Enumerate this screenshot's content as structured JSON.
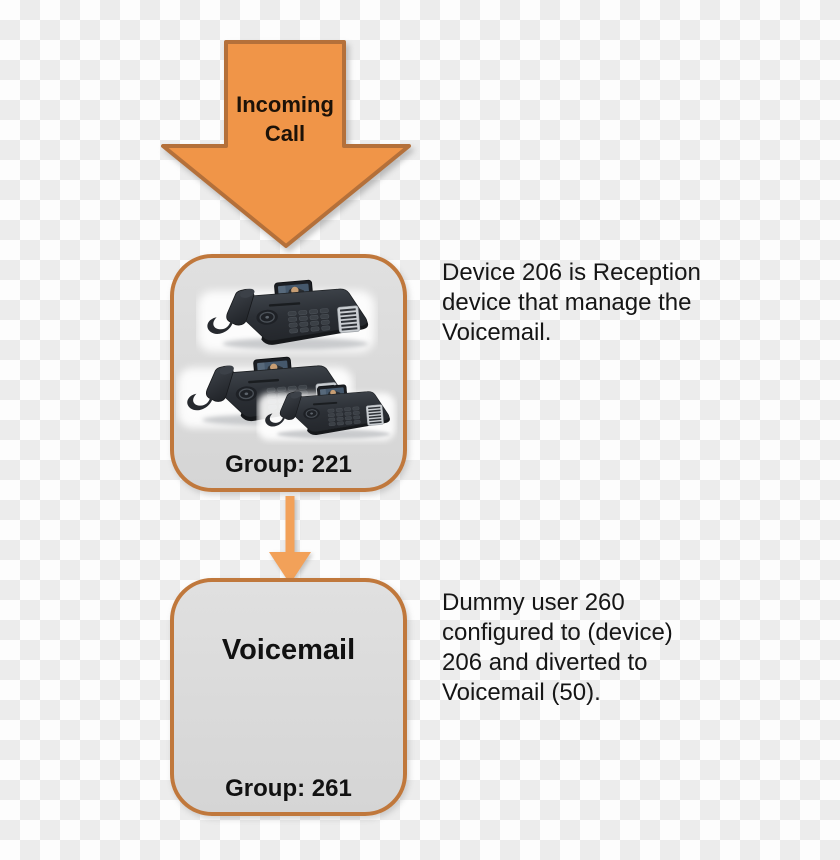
{
  "diagram": {
    "incoming_arrow": {
      "label": "Incoming Call"
    },
    "reception_box": {
      "group_label": "Group: 221",
      "phones_count": 3,
      "phone_description": "desk-phone"
    },
    "voicemail_box": {
      "title": "Voicemail",
      "group_label": "Group: 261"
    },
    "annotations": [
      {
        "lines": [
          "Device 206 is Reception",
          "device that manage the",
          "Voicemail."
        ]
      },
      {
        "lines": [
          "Dummy user 260",
          "configured to (device)",
          "206 and diverted to",
          "Voicemail (50)."
        ]
      }
    ]
  },
  "colors": {
    "arrow_fill": "#f09548",
    "arrow_border": "#b4703a",
    "connector_orange": "#f2a159",
    "box_fill": "#dadada",
    "box_border": "#c0783c",
    "text": "#161616",
    "checker_light": "#fdfdfd",
    "checker_dark": "#ececec"
  }
}
